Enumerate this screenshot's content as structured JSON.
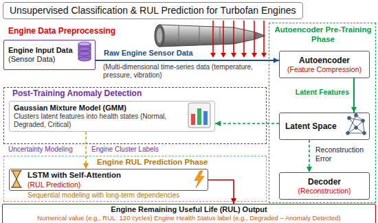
{
  "diagram": {
    "title": "Unsupervised Classification & RUL Prediction for Turbofan Engines",
    "nodes": [
      {
        "text": [
          "Autoencoder Pre-Training Phase"
        ]
      },
      {
        "text": [
          "Autoencoder",
          "(Feature Compression)"
        ],
        "in": 0
      },
      {
        "text": [
          "Latent Space"
        ],
        "in": 0
      },
      {
        "text": [
          "Decoder",
          "(Reconstruction)"
        ],
        "in": 0
      },
      {
        "text": [
          "Engine Input Data",
          "(Sensor Data)"
        ]
      },
      {
        "text": [
          "Post-Training Anomaly Detection"
        ]
      },
      {
        "text": [
          "Gaussian Mixture Model (GMM)",
          "Clusters latent features into health states (Normal, Degraded, Critical)"
        ],
        "in": 5
      },
      {
        "text": [
          "Engine RUL Prediction Phase"
        ]
      },
      {
        "text": [
          "LSTM with Self-Attention",
          "(RUL Prediction)"
        ],
        "in": 7
      },
      {
        "text": [
          "Engine Remaining Useful Life (RUL) Output",
          "Numerical value (e.g., RUL: 120 cycles) Engine Health Status label (e.g., Degraded – Anomaly Detected)"
        ]
      }
    ],
    "edges": [
      {
        "from": 4,
        "to": 1,
        "arrow": "to",
        "label": "Raw Engine Sensor Data"
      },
      {
        "from": 1,
        "to": 2,
        "arrow": "to",
        "label": "Latent Features"
      },
      {
        "from": 2,
        "to": 3,
        "arrow": "to",
        "label": "Reconstruction Error"
      },
      {
        "from": 2,
        "to": 6,
        "arrow": "to"
      },
      {
        "from": 6,
        "to": 8,
        "arrow": "to"
      },
      {
        "from": 8,
        "to": 9,
        "arrow": "to"
      }
    ],
    "labels": [
      "Engine Data Preprocessing",
      "(Multi-dimensional time-series data (temperature, pressure, vibration)",
      "Uncertainty Modeling",
      "Engine Cluster Labels",
      "Sequential modeling with long-term dependencies"
    ]
  }
}
